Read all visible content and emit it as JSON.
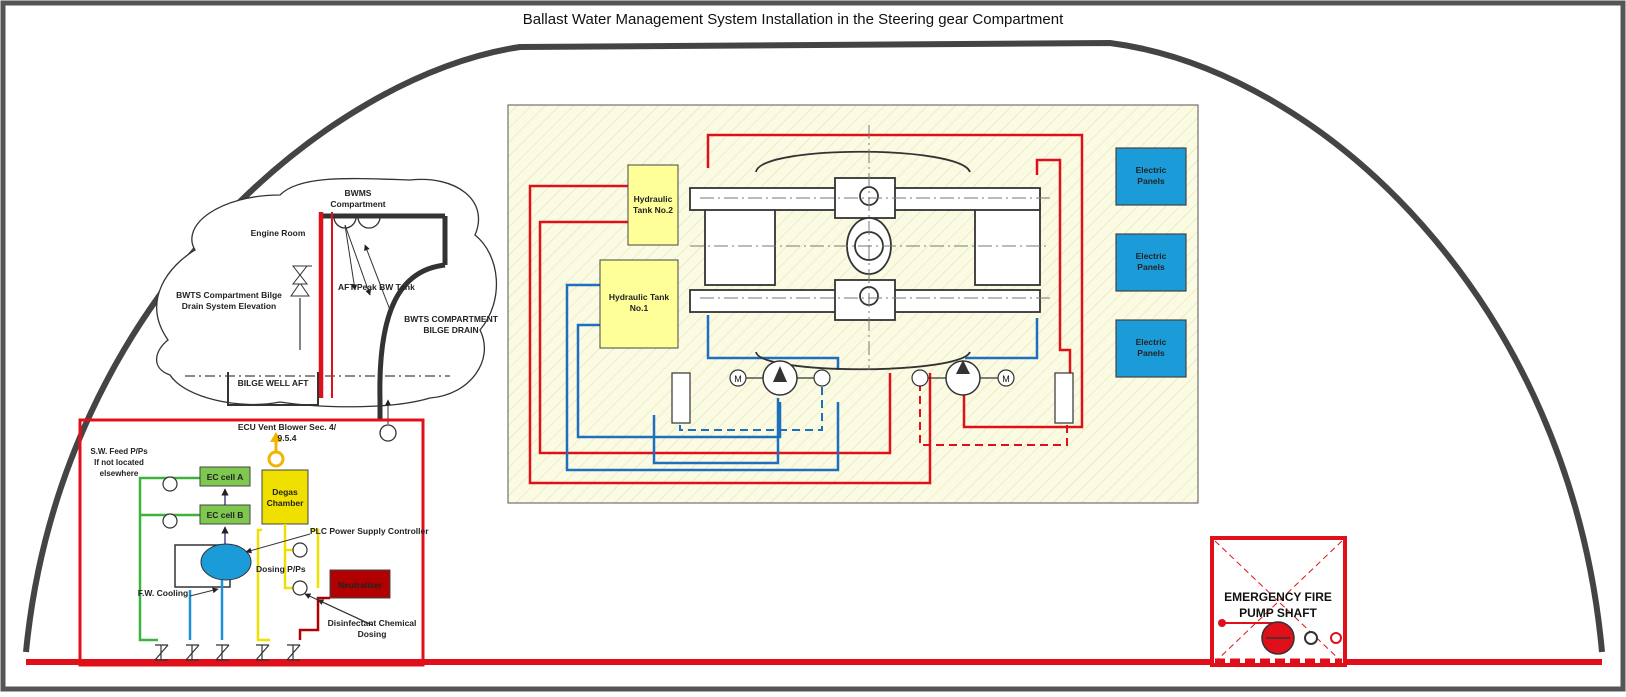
{
  "title": "Ballast Water Management System Installation in the Steering gear Compartment",
  "inset": {
    "engine_room": "Engine Room",
    "bwms_compartment": [
      "BWMS",
      "Compartment"
    ],
    "elevation": [
      "BWTS Compartment Bilge",
      "Drain System Elevation"
    ],
    "aft_peak": "AFT Peak BW Tank",
    "bilge_drain": [
      "BWTS COMPARTMENT",
      "BILGE DRAIN"
    ],
    "bilge_well": "BILGE WELL AFT"
  },
  "bwms": {
    "vent": [
      "ECU Vent Blower Sec. 4/",
      "9.5.4"
    ],
    "sw_feed": [
      "S.W. Feed P/Ps",
      "If not located",
      "elsewhere"
    ],
    "ec_cell_a": "EC cell A",
    "ec_cell_b": "EC cell B",
    "degas": [
      "Degas",
      "Chamber"
    ],
    "plc": "PLC Power Supply Controller",
    "dosing": "Dosing P/Ps",
    "neutralizer": "Neutralizer",
    "fw_cooling": "F.W. Cooling",
    "disinfectant": [
      "Disinfectant Chemical",
      "Dosing"
    ]
  },
  "steering": {
    "tank2": [
      "Hydraulic",
      "Tank No.2"
    ],
    "tank1": [
      "Hydraulic Tank",
      "No.1"
    ],
    "motor": "M",
    "panels": [
      [
        "Electric",
        "Panels"
      ],
      [
        "Electric",
        "Panels"
      ],
      [
        "Electric",
        "Panels"
      ]
    ]
  },
  "fire_pump": [
    "EMERGENCY FIRE",
    "PUMP SHAFT"
  ],
  "colors": {
    "red": "#e0101a",
    "blue": "#1e6fbf",
    "green": "#3cb43c",
    "yellow": "#f0e000",
    "ec_green": "#7ec850",
    "panel_blue": "#1b9bd7",
    "neutralizer": "#b00000",
    "hull": "#444444"
  }
}
